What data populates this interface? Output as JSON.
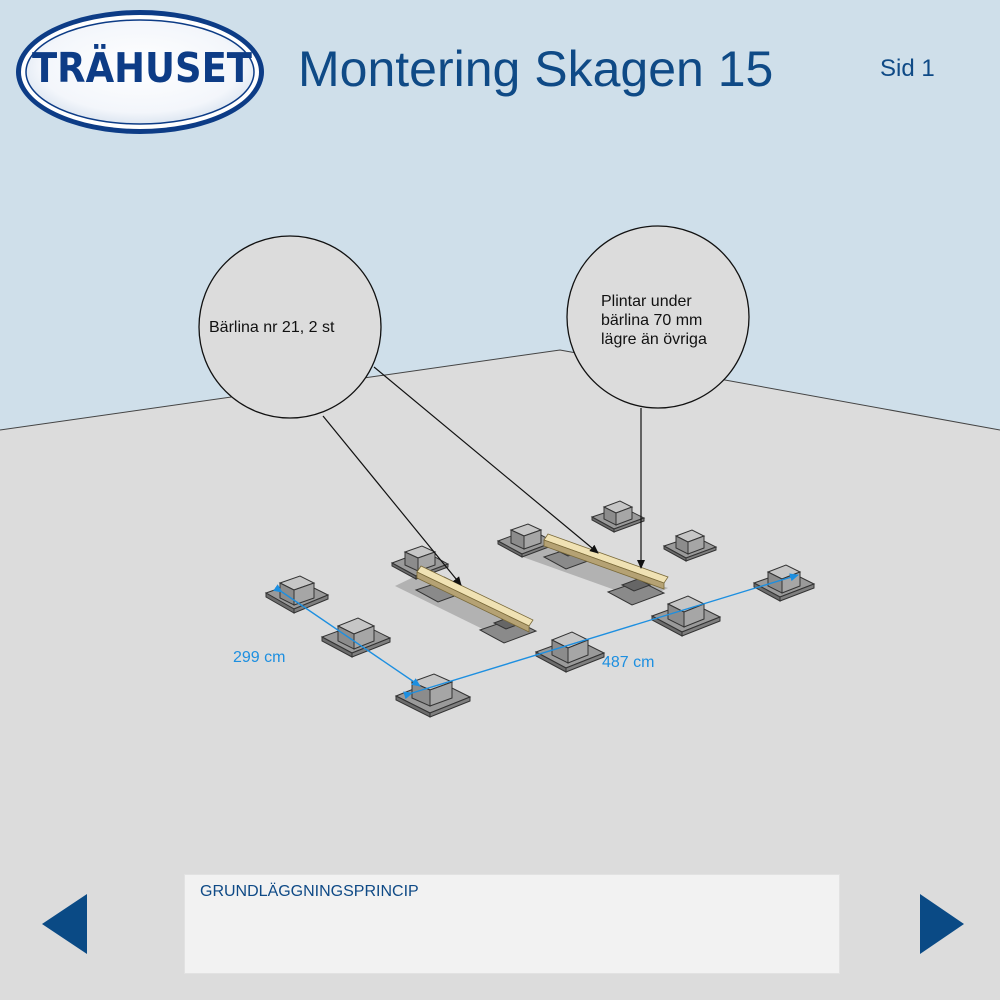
{
  "header": {
    "logo_text": "TRÄHUSET",
    "title": "Montering Skagen 15",
    "page": "Sid 1"
  },
  "callouts": [
    {
      "text": "Bärlina nr 21, 2 st"
    },
    {
      "text": "Plintar under\nbärlina 70 mm\nlägre än övriga"
    }
  ],
  "dimensions": [
    {
      "label": "299 cm"
    },
    {
      "label": "487 cm"
    }
  ],
  "caption": {
    "text": "GRUNDLÄGGNINGSPRINCIP"
  },
  "navigation": {
    "prev_icon": "triangle-left-icon",
    "next_icon": "triangle-right-icon"
  },
  "colors": {
    "sky": "#cfdfea",
    "ground": "#dcdcdc",
    "title": "#0f4a86",
    "logo": "#0d3c86",
    "dimension": "#1d8fe0",
    "nav": "#0a4a85",
    "beam": "#e9d9a9"
  }
}
